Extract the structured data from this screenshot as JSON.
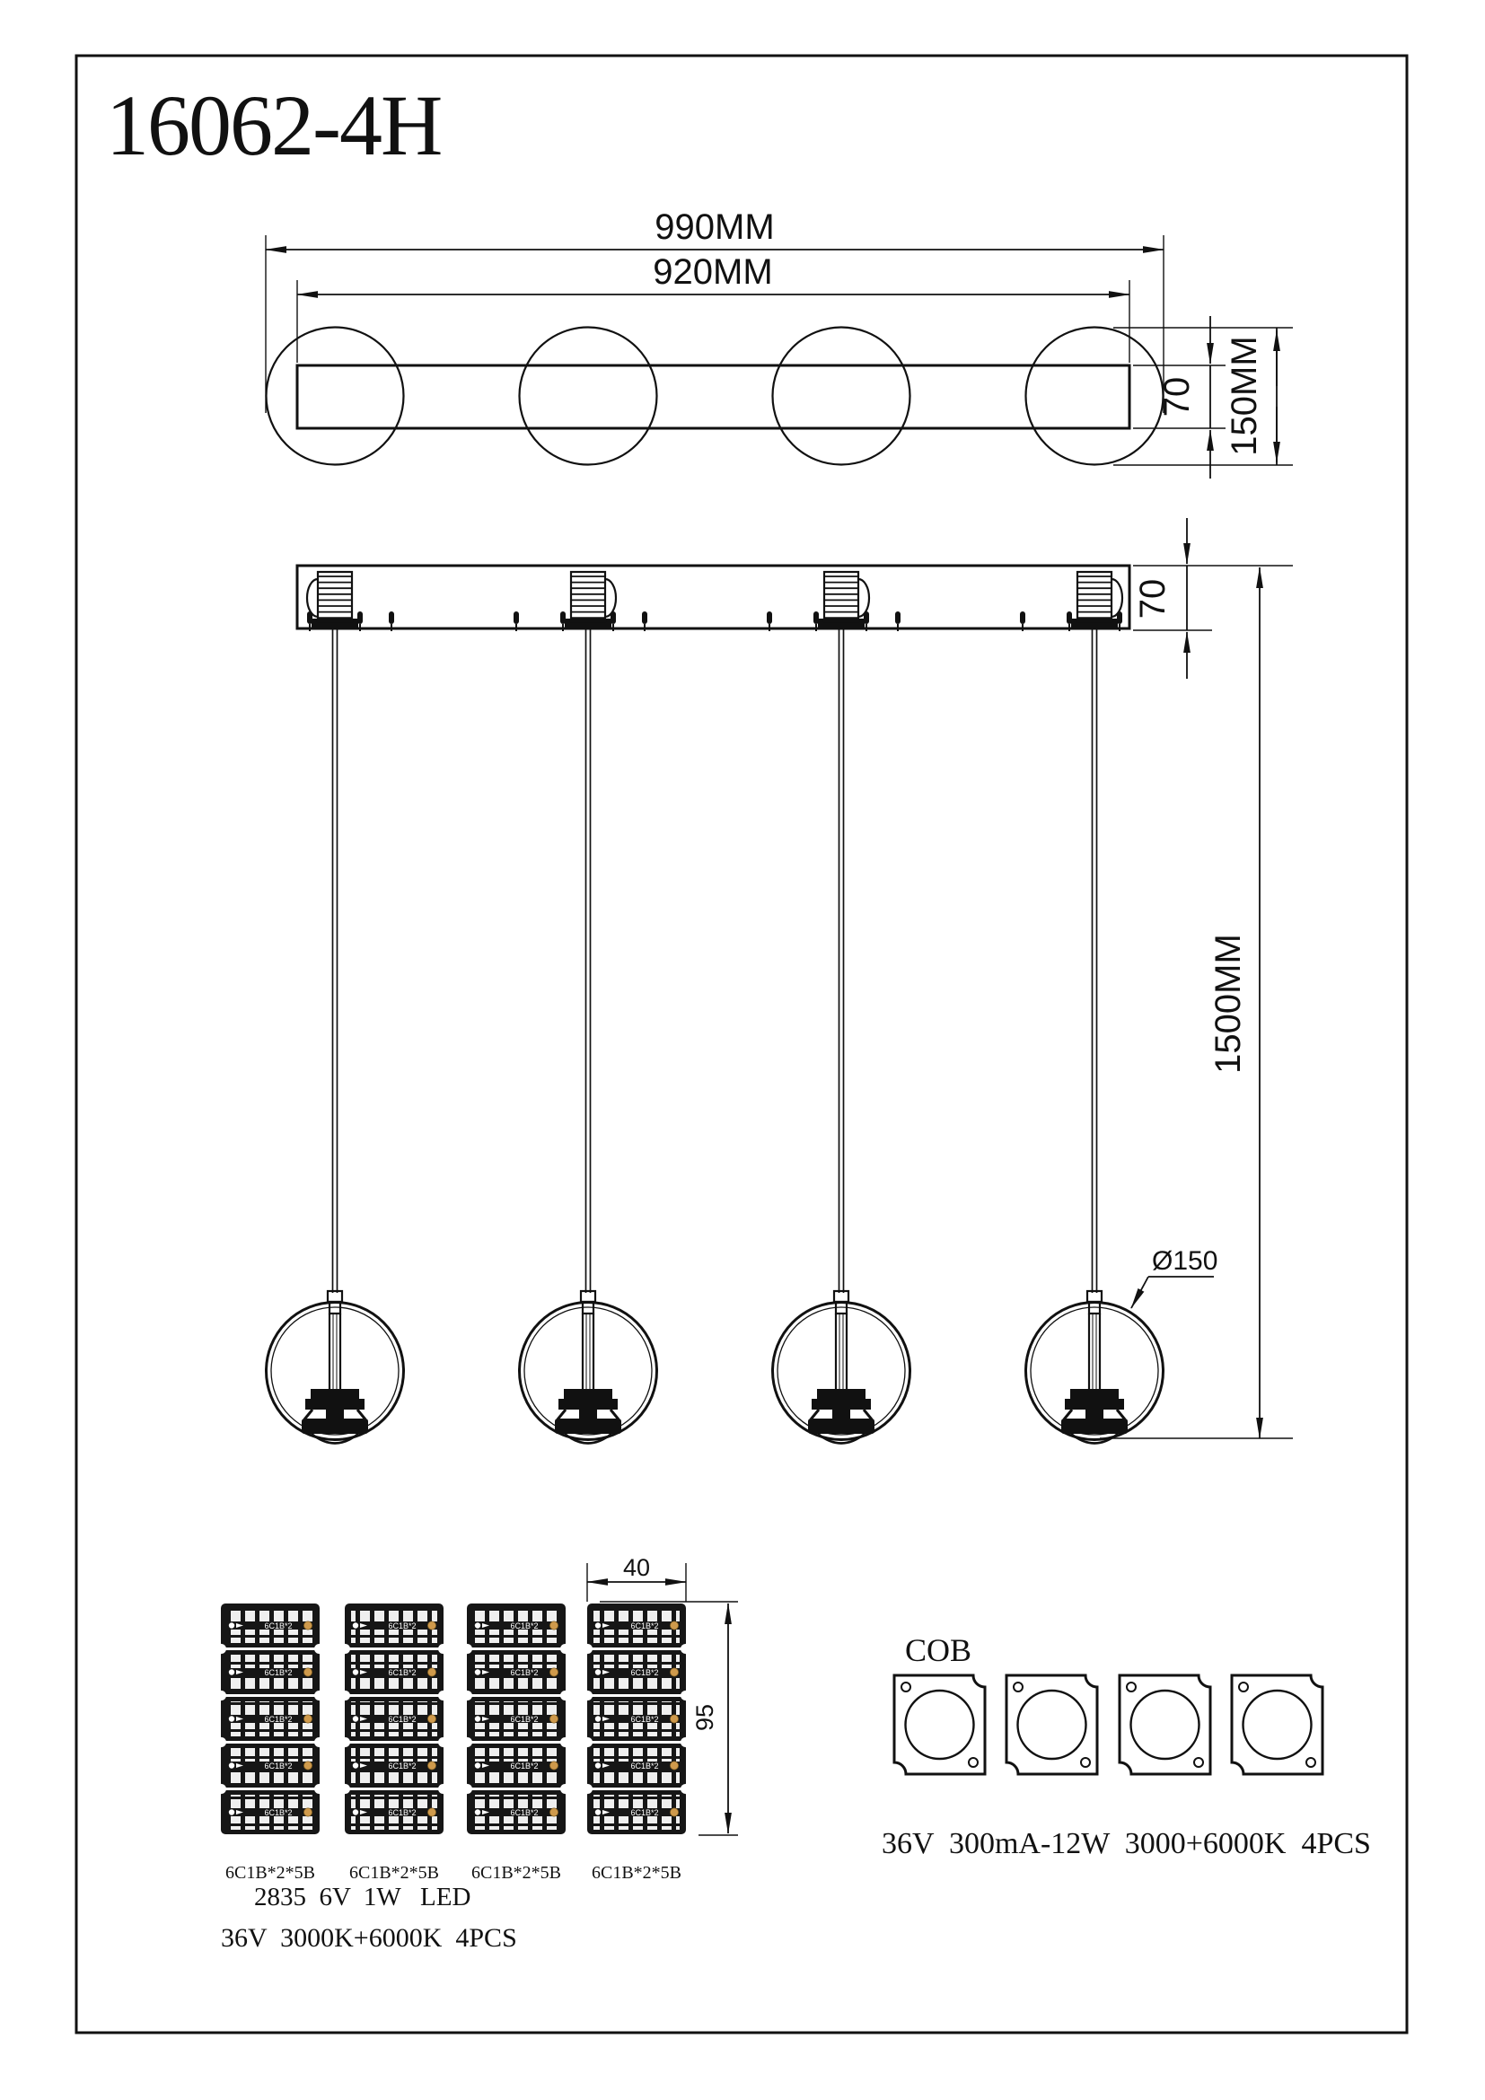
{
  "drawing": {
    "model": "16062-4H",
    "pendant_count": 4,
    "top_view": {
      "dim_overall": "990MM",
      "dim_inner": "920MM",
      "dim_bar_height": "70",
      "dim_globe_diameter": "150MM"
    },
    "side_view": {
      "dim_canopy_height": "70",
      "dim_drop_length": "1500MM",
      "globe_diameter_label": "Ø150"
    },
    "led": {
      "strip_count": 4,
      "blocks_per_strip": 5,
      "strip_label": "6C1B*2*5B",
      "chip_label": "6C1B*2",
      "dim_width": "40",
      "dim_height": "95",
      "spec_line1": "2835  6V  1W   LED",
      "spec_line2": "36V  3000K+6000K  4PCS"
    },
    "cob": {
      "title": "COB",
      "module_count": 4,
      "spec": "36V  300mA-12W  3000+6000K  4PCS"
    },
    "colors": {
      "line": "#111111",
      "led_dot_orange": "#cf9a4c",
      "pcb_dark": "#161616"
    }
  }
}
